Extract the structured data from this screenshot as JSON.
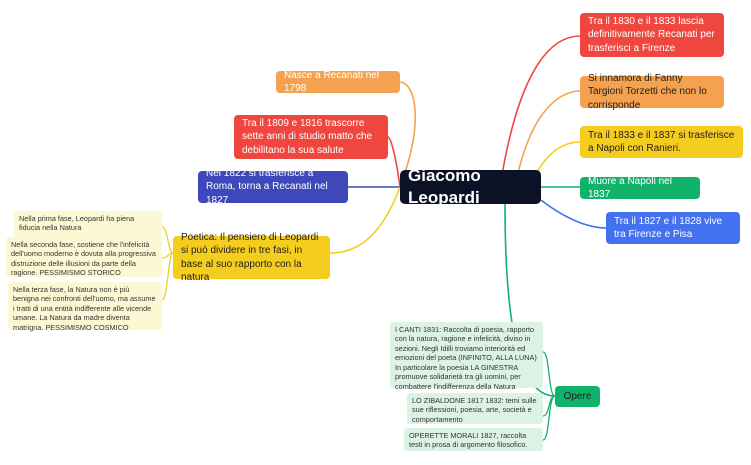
{
  "center": {
    "label": "Giacomo Leopardi",
    "color": "#0c1226"
  },
  "branches": {
    "nasce": {
      "label": "Nasce a Recanati nel 1798",
      "color": "#f4a24f"
    },
    "studio": {
      "label": "Tra il 1809 e 1816 trascorre sette anni di studio matto che debilitano la sua salute",
      "color": "#ef4740"
    },
    "roma": {
      "label": "Nel 1822 si trasferisce a Roma, torna a Recanati nel 1827",
      "color": "#3f48bb"
    },
    "poetica": {
      "label": "Poetica: Il pensiero di Leopardi si può dividere in tre fasi, in base al suo rapporto con la natura",
      "color": "#f5cd1f"
    },
    "firenze1830": {
      "label": "Tra il 1830 e il 1833 lascia definitivamente Recanati per trasferisci a Firenze",
      "color": "#ef4740"
    },
    "fanny": {
      "label": "Si innamora di Fanny Targioni Torzetti che non lo corrisponde",
      "color": "#f4a24f"
    },
    "napoli1833": {
      "label": "Tra il 1833 e il 1837 si trasferisce a Napoli con Ranieri.",
      "color": "#f5cd1f"
    },
    "muore": {
      "label": "Muore a Napoli nel 1837",
      "color": "#11b36b"
    },
    "pisa": {
      "label": "Tra il 1827 e il 1828 vive tra Firenze e Pisa",
      "color": "#4471ef"
    },
    "opere": {
      "label": "Opere",
      "color": "#11b36b"
    }
  },
  "poetica_fasi": [
    "Nella prima fase, Leopardi ha piena fiducia nella Natura",
    "Nella seconda fase, sostiene che l'infelicità dell'uomo moderno è dovuta alla progressiva distruzione delle illusioni da parte della ragione. PESSIMISMO STORICO",
    "Nella terza fase, la Natura non è più benigna nei confronti dell'uomo, ma assume i tratti di una entità indifferente alle vicende umane. La Natura da madre diventa matrigna. PESSIMISMO COSMICO"
  ],
  "opere_items": [
    "I CANTI 1831: Raccolta di poesia, rapporto con la natura, ragione e infelicità, diviso in sezioni. Negli Idilli troviamo interiorità ed emozioni del poeta  (INFINITO, ALLA LUNA) In particolare la poesia LA GINESTRA promuove solidarietà tra gli uomini, per combattere l'indifferenza della Natura",
    "LO ZIBALDONE 1817 1832: temi sulle sue riflessioni, poesia, arte, società e comportamento",
    "OPERETTE MORALI 1827, raccolta testi in prosa di argomento filosofico."
  ]
}
